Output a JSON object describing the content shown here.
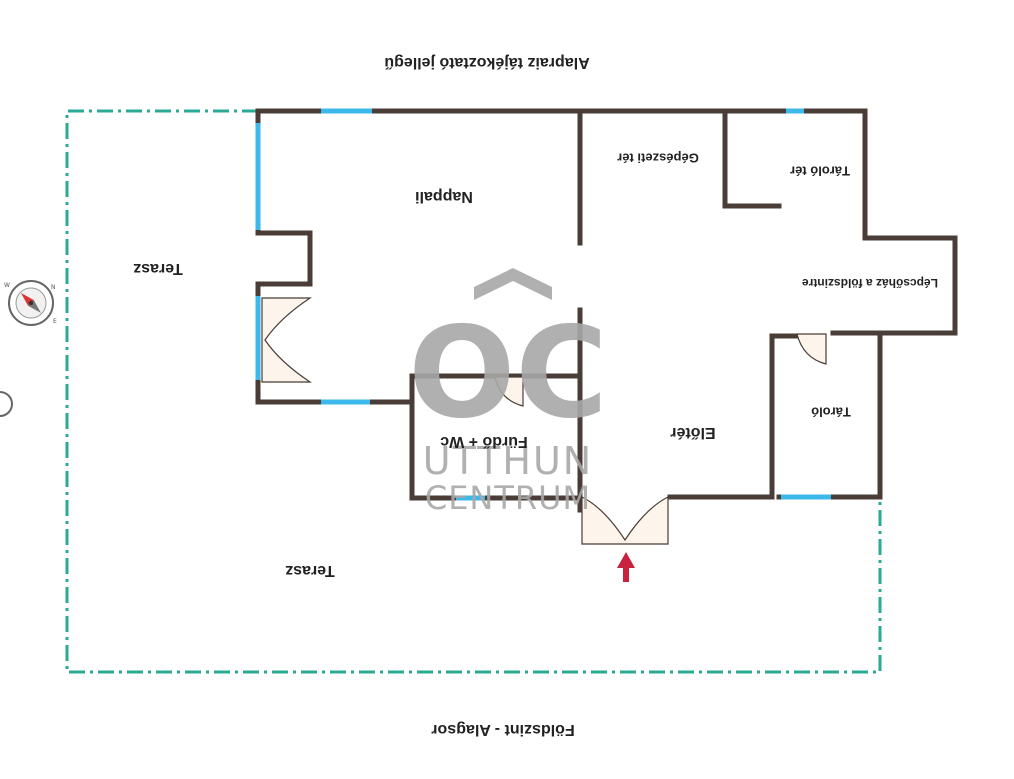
{
  "title": "Alapraiz tájékoztató jellegű",
  "footer": "Földszint - Alagsor",
  "rooms": {
    "nappali": "Nappali",
    "terasz_top": "Terasz",
    "terasz_bottom": "Terasz",
    "gepeszeti": "Gépészeti tér",
    "tarolo_ter": "Tároló tér",
    "lepcsohaz": "Lépcsőház a földszintre",
    "tarolo": "Tároló",
    "eloter": "Előtér",
    "furdo": "Fürdő + Wc"
  },
  "watermark": {
    "monogram": "OC",
    "line1": "UTTHUN",
    "line2": "CENTRUM"
  },
  "colors": {
    "wall": "#4a3c36",
    "window": "#3db8ea",
    "boundary": "#2aaa94",
    "door_fill": "#fdf5ec",
    "arrow": "#c8223f",
    "watermark": "#a8a8a8"
  },
  "icons": {
    "compass": "compass-icon",
    "entrance": "entrance-arrow-icon"
  }
}
